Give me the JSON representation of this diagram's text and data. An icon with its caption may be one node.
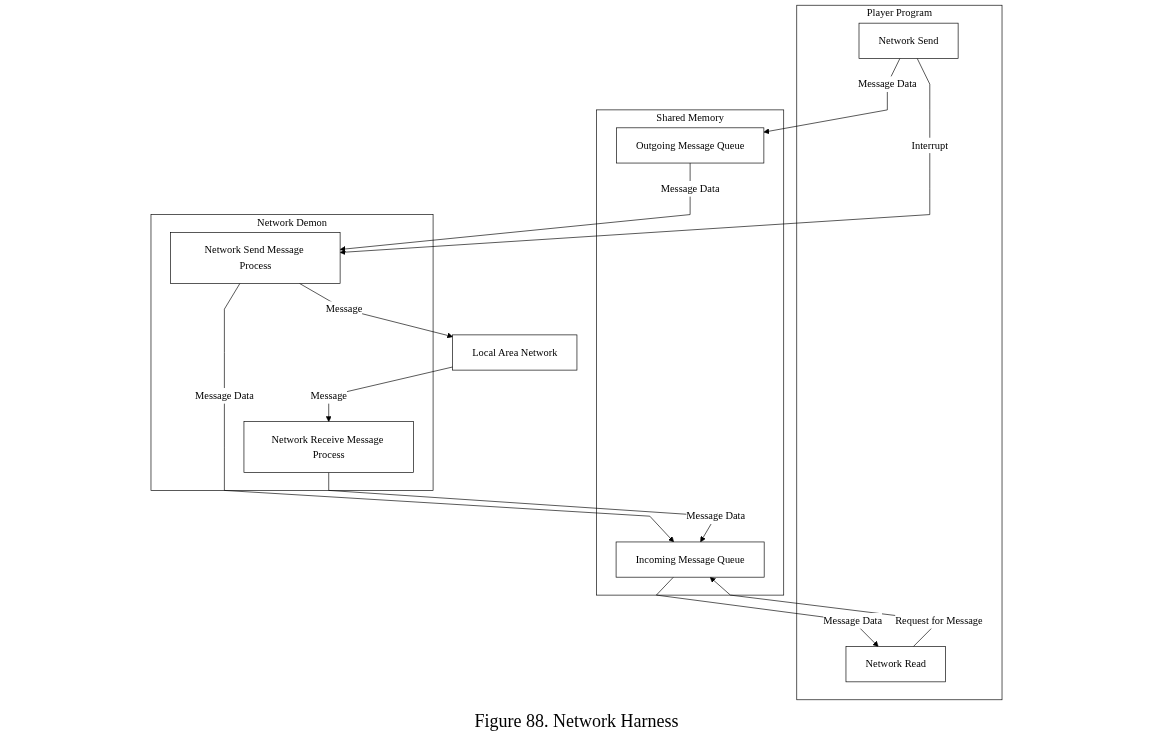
{
  "diagram": {
    "caption": "Figure 88. Network Harness",
    "nodes": [
      {
        "text": [
          "Player Program"
        ]
      },
      {
        "text": [
          "Network Send"
        ],
        "in": 0
      },
      {
        "text": [
          "Network Read"
        ],
        "in": 0
      },
      {
        "text": [
          "Shared Memory"
        ]
      },
      {
        "text": [
          "Outgoing Message Queue"
        ],
        "in": 3
      },
      {
        "text": [
          "Incoming Message Queue"
        ],
        "in": 3
      },
      {
        "text": [
          "Network Demon"
        ]
      },
      {
        "text": [
          "Network Send Message Process"
        ],
        "in": 6
      },
      {
        "text": [
          "Network Receive Message Process"
        ],
        "in": 6
      },
      {
        "text": [
          "Local Area Network"
        ]
      }
    ],
    "edges": [
      {
        "from": 1,
        "to": 7,
        "arrow": "to",
        "label": "Interrupt"
      },
      {
        "from": 1,
        "to": 4,
        "arrow": "to",
        "label": "Message Data"
      },
      {
        "from": 2,
        "to": 5,
        "arrow": "to",
        "label": "Request for Message"
      },
      {
        "from": 5,
        "to": 2,
        "arrow": "to",
        "label": "Message Data"
      },
      {
        "from": 4,
        "to": 7,
        "arrow": "to",
        "label": "Message Data"
      },
      {
        "from": 7,
        "to": 5,
        "arrow": "to",
        "label": "Message Data"
      },
      {
        "from": 8,
        "to": 5,
        "arrow": "to",
        "label": "Message Data"
      },
      {
        "from": 7,
        "to": 9,
        "arrow": "to",
        "label": "Message"
      },
      {
        "from": 9,
        "to": 8,
        "arrow": "to",
        "label": "Message"
      }
    ]
  }
}
